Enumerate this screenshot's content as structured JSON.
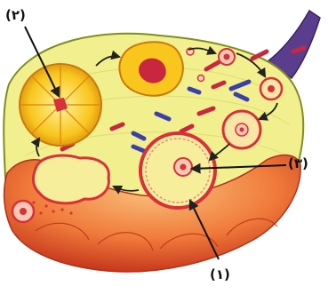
{
  "diagram": {
    "callouts": [
      {
        "id": "c2",
        "label": "(٢)"
      },
      {
        "id": "c3",
        "label": "(٣)"
      },
      {
        "id": "c1",
        "label": "(١)"
      }
    ]
  },
  "colors": {
    "ovary_fill": "#f1ef8e",
    "ovary_edge": "#7f8f20",
    "stroma_red": "#e8542a",
    "stroma_orange": "#f7b06a",
    "corpus_luteum": "#f8c61d",
    "follicle_rim": "#d9303a",
    "oocyte": "#f7d5b8",
    "vessel_blue": "#3a3fb0",
    "vessel_red": "#c9263f",
    "tube_purple": "#5b3d8e",
    "arrow": "#222222"
  }
}
